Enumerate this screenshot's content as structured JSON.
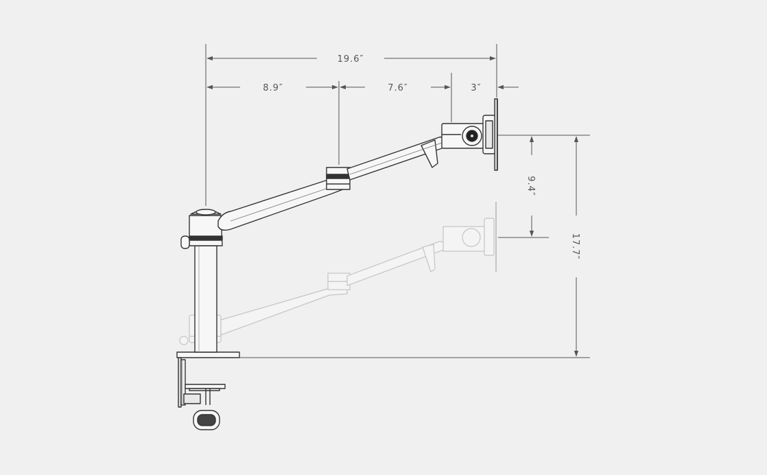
{
  "colors": {
    "background": "#f0f0f0",
    "line": "#333333",
    "ghost": "#bfbfbf",
    "dimension": "#555555"
  },
  "dimensions": {
    "total_reach": "19.6″",
    "first_arm": "8.9″",
    "second_arm": "7.6″",
    "head_offset": "3″",
    "vertical_travel": "9.4″",
    "max_height": "17.7″"
  }
}
